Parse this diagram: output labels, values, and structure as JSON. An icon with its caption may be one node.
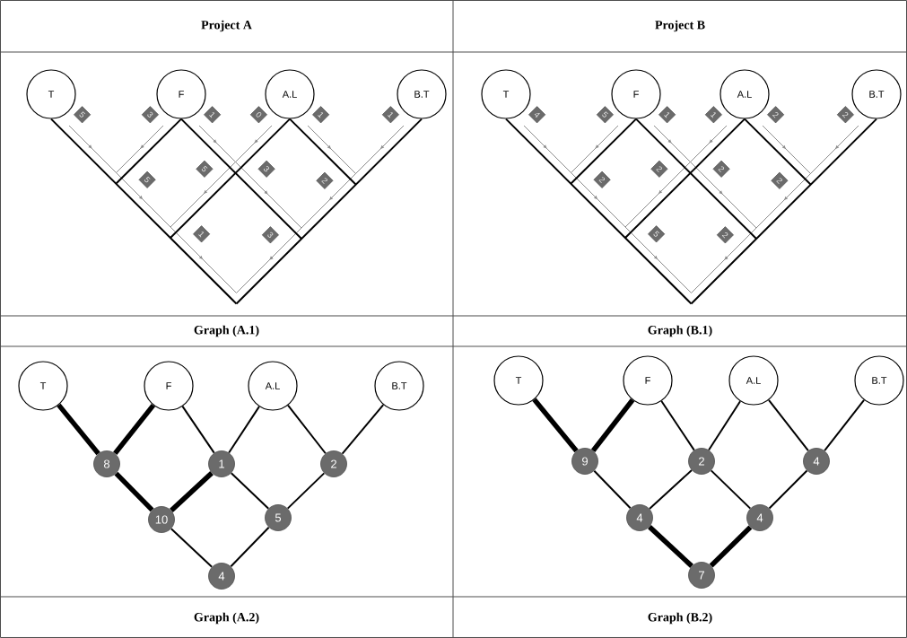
{
  "diagram": {
    "nodes": [
      {
        "text": [
          "T"
        ]
      },
      {
        "text": [
          "F"
        ]
      },
      {
        "text": [
          "A.L"
        ]
      },
      {
        "text": [
          "B.T"
        ]
      },
      {
        "text": [
          "5"
        ]
      },
      {
        "text": [
          "3"
        ]
      },
      {
        "text": [
          "1"
        ]
      },
      {
        "text": [
          "0"
        ]
      },
      {
        "text": [
          "1"
        ]
      },
      {
        "text": [
          "1"
        ]
      },
      {
        "text": [
          "5"
        ]
      },
      {
        "text": [
          "5"
        ]
      },
      {
        "text": [
          "3"
        ]
      },
      {
        "text": [
          "2"
        ]
      },
      {
        "text": [
          "1"
        ]
      },
      {
        "text": [
          "3"
        ]
      },
      {
        "text": [
          "T"
        ]
      },
      {
        "text": [
          "F"
        ]
      },
      {
        "text": [
          "A.L"
        ]
      },
      {
        "text": [
          "B.T"
        ]
      },
      {
        "text": [
          "4"
        ]
      },
      {
        "text": [
          "5"
        ]
      },
      {
        "text": [
          "1"
        ]
      },
      {
        "text": [
          "1"
        ]
      },
      {
        "text": [
          "2"
        ]
      },
      {
        "text": [
          "2"
        ]
      },
      {
        "text": [
          "2"
        ]
      },
      {
        "text": [
          "2"
        ]
      },
      {
        "text": [
          "2"
        ]
      },
      {
        "text": [
          "2"
        ]
      },
      {
        "text": [
          "5"
        ]
      },
      {
        "text": [
          "2"
        ]
      },
      {
        "text": [
          "T"
        ]
      },
      {
        "text": [
          "F"
        ]
      },
      {
        "text": [
          "A.L"
        ]
      },
      {
        "text": [
          "B.T"
        ]
      },
      {
        "text": [
          "8"
        ]
      },
      {
        "text": [
          "1"
        ]
      },
      {
        "text": [
          "2"
        ]
      },
      {
        "text": [
          "10"
        ]
      },
      {
        "text": [
          "5"
        ]
      },
      {
        "text": [
          "4"
        ]
      },
      {
        "text": [
          "T"
        ]
      },
      {
        "text": [
          "F"
        ]
      },
      {
        "text": [
          "A.L"
        ]
      },
      {
        "text": [
          "B.T"
        ]
      },
      {
        "text": [
          "9"
        ]
      },
      {
        "text": [
          "2"
        ]
      },
      {
        "text": [
          "4"
        ]
      },
      {
        "text": [
          "4"
        ]
      },
      {
        "text": [
          "4"
        ]
      },
      {
        "text": [
          "7"
        ]
      }
    ],
    "edges": [
      {
        "from": 0,
        "to": null,
        "arrow": "none"
      },
      {
        "from": 1,
        "to": null,
        "arrow": "none"
      },
      {
        "from": 1,
        "to": null,
        "arrow": "none"
      },
      {
        "from": 2,
        "to": null,
        "arrow": "none"
      },
      {
        "from": 2,
        "to": null,
        "arrow": "none"
      },
      {
        "from": 3,
        "to": null,
        "arrow": "none"
      },
      {
        "from": 16,
        "to": null,
        "arrow": "none"
      },
      {
        "from": 17,
        "to": null,
        "arrow": "none"
      },
      {
        "from": 17,
        "to": null,
        "arrow": "none"
      },
      {
        "from": 18,
        "to": null,
        "arrow": "none"
      },
      {
        "from": 18,
        "to": null,
        "arrow": "none"
      },
      {
        "from": 19,
        "to": null,
        "arrow": "none"
      },
      {
        "from": 32,
        "to": 36,
        "arrow": "none",
        "style": "thick"
      },
      {
        "from": 33,
        "to": 36,
        "arrow": "none",
        "style": "thick"
      },
      {
        "from": 33,
        "to": 37,
        "arrow": "none"
      },
      {
        "from": 34,
        "to": 37,
        "arrow": "none"
      },
      {
        "from": 34,
        "to": 38,
        "arrow": "none"
      },
      {
        "from": 35,
        "to": 38,
        "arrow": "none"
      },
      {
        "from": 36,
        "to": 39,
        "arrow": "none",
        "style": "thick"
      },
      {
        "from": 37,
        "to": 39,
        "arrow": "none",
        "style": "thick"
      },
      {
        "from": 37,
        "to": 40,
        "arrow": "none"
      },
      {
        "from": 38,
        "to": 40,
        "arrow": "none"
      },
      {
        "from": 39,
        "to": 41,
        "arrow": "none"
      },
      {
        "from": 40,
        "to": 41,
        "arrow": "none"
      },
      {
        "from": 42,
        "to": 46,
        "arrow": "none",
        "style": "thick"
      },
      {
        "from": 43,
        "to": 46,
        "arrow": "none",
        "style": "thick"
      },
      {
        "from": 43,
        "to": 47,
        "arrow": "none"
      },
      {
        "from": 44,
        "to": 47,
        "arrow": "none"
      },
      {
        "from": 44,
        "to": 48,
        "arrow": "none"
      },
      {
        "from": 45,
        "to": 48,
        "arrow": "none"
      },
      {
        "from": 46,
        "to": 49,
        "arrow": "none"
      },
      {
        "from": 47,
        "to": 49,
        "arrow": "none"
      },
      {
        "from": 47,
        "to": 50,
        "arrow": "none"
      },
      {
        "from": 48,
        "to": 50,
        "arrow": "none"
      },
      {
        "from": 49,
        "to": 51,
        "arrow": "none",
        "style": "thick"
      },
      {
        "from": 50,
        "to": 51,
        "arrow": "none",
        "style": "thick"
      }
    ],
    "labels": [
      "Project A",
      "Project B",
      "Graph (A.1)",
      "Graph (B.1)",
      "Graph (A.2)",
      "Graph (B.2)"
    ]
  }
}
